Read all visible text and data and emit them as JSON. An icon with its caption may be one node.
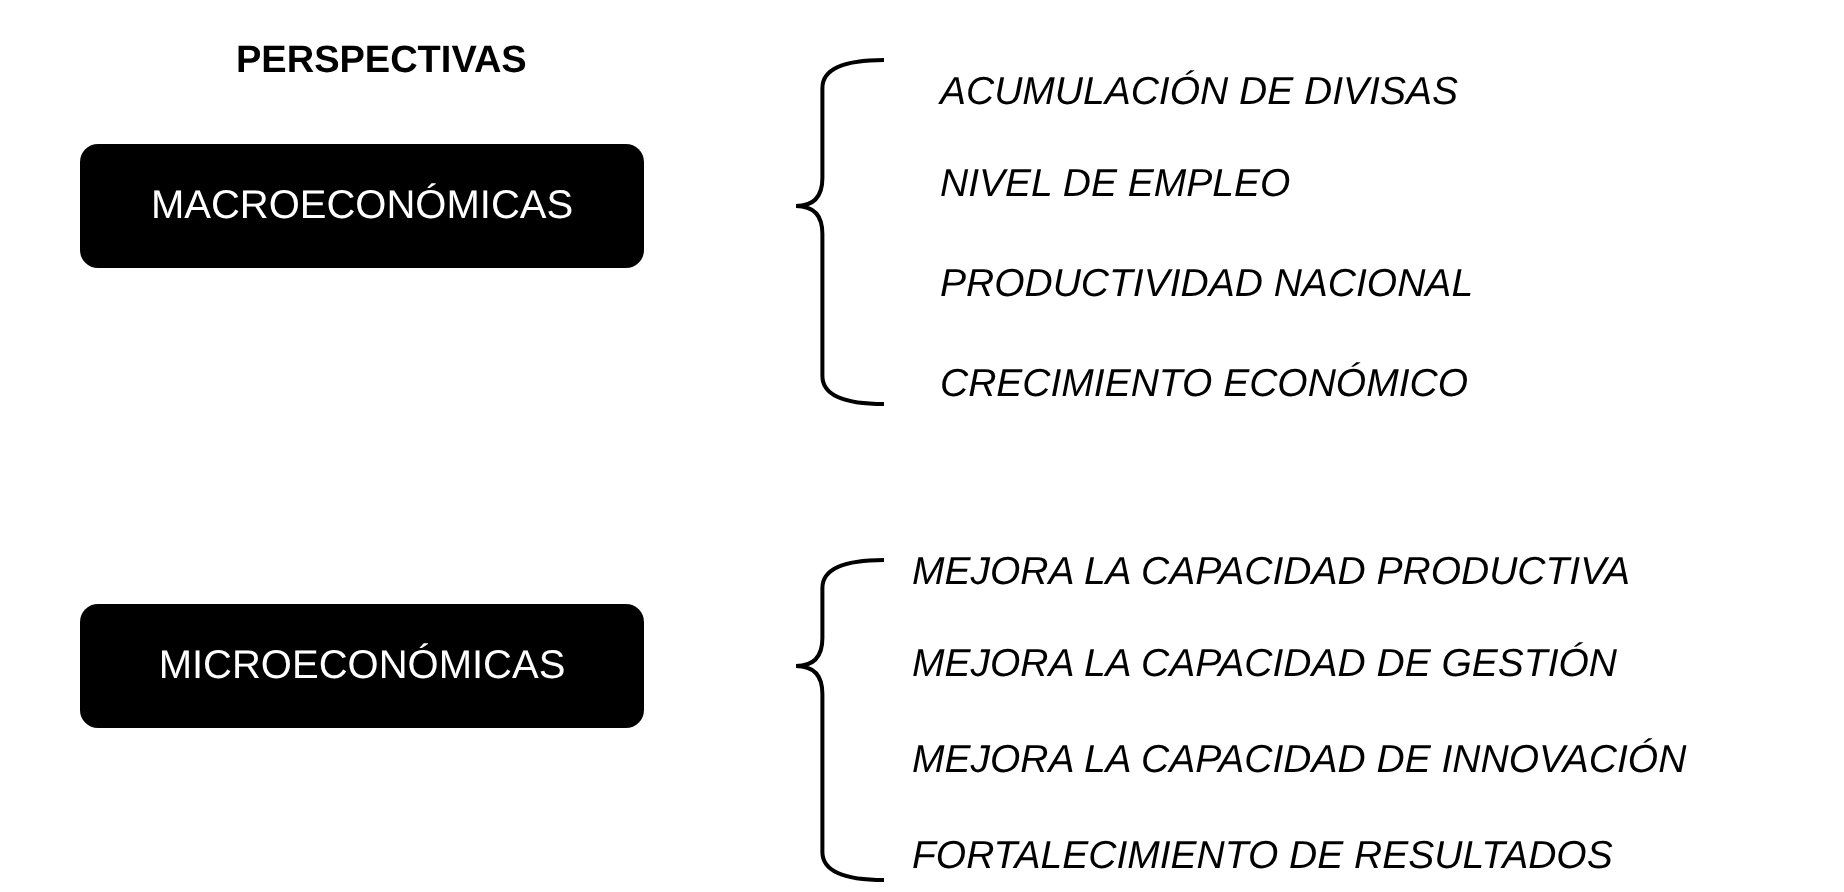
{
  "diagram": {
    "title": "PERSPECTIVAS",
    "nodes": [
      {
        "text": [
          "MACROECONÓMICAS"
        ],
        "beside": [
          "ACUMULACIÓN DE DIVISAS",
          "NIVEL DE EMPLEO",
          "PRODUCTIVIDAD NACIONAL",
          "CRECIMIENTO ECONÓMICO"
        ]
      },
      {
        "text": [
          "MICROECONÓMICAS"
        ],
        "beside": [
          "MEJORA LA CAPACIDAD PRODUCTIVA",
          "MEJORA LA CAPACIDAD DE GESTIÓN",
          "MEJORA LA CAPACIDAD DE INNOVACIÓN",
          "FORTALECIMIENTO DE RESULTADOS"
        ]
      }
    ],
    "edges": []
  }
}
